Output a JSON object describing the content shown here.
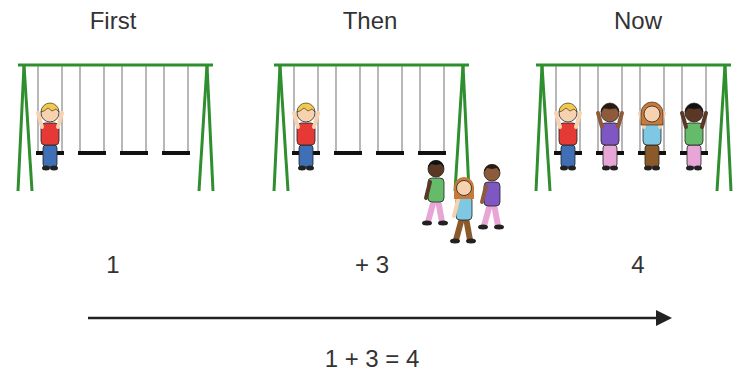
{
  "diagram": {
    "labels": [
      "First",
      "Then",
      "Now",
      "1",
      "+ 3",
      "4",
      "1 + 3 = 4"
    ]
  }
}
